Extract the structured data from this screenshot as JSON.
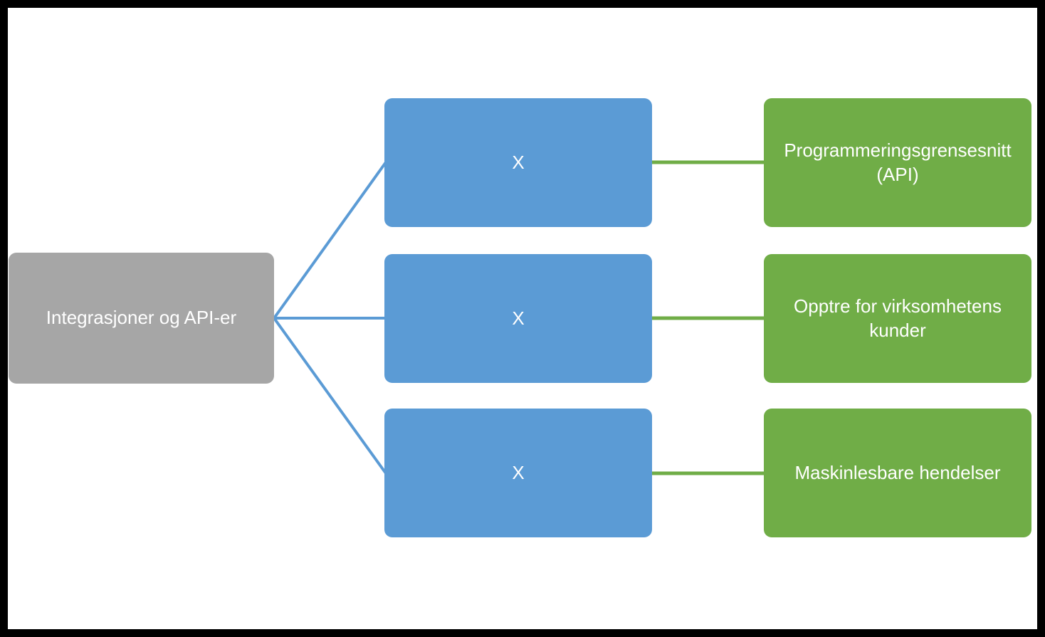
{
  "colors": {
    "frame": "#000000",
    "background": "#ffffff",
    "root_fill": "#a6a6a6",
    "middle_fill": "#5b9bd5",
    "leaf_fill": "#70ad47",
    "connector_blue": "#5b9bd5",
    "connector_green": "#70ad47",
    "box_text": "#ffffff"
  },
  "diagram": {
    "type": "hierarchy",
    "root": {
      "label": "Integrasjoner og API-er"
    },
    "branches": [
      {
        "middle_label": "X",
        "leaf_label": "Programmeringsgrensesnitt (API)"
      },
      {
        "middle_label": "X",
        "leaf_label": "Opptre for virksomhetens kunder"
      },
      {
        "middle_label": "X",
        "leaf_label": "Maskinlesbare hendelser"
      }
    ]
  }
}
